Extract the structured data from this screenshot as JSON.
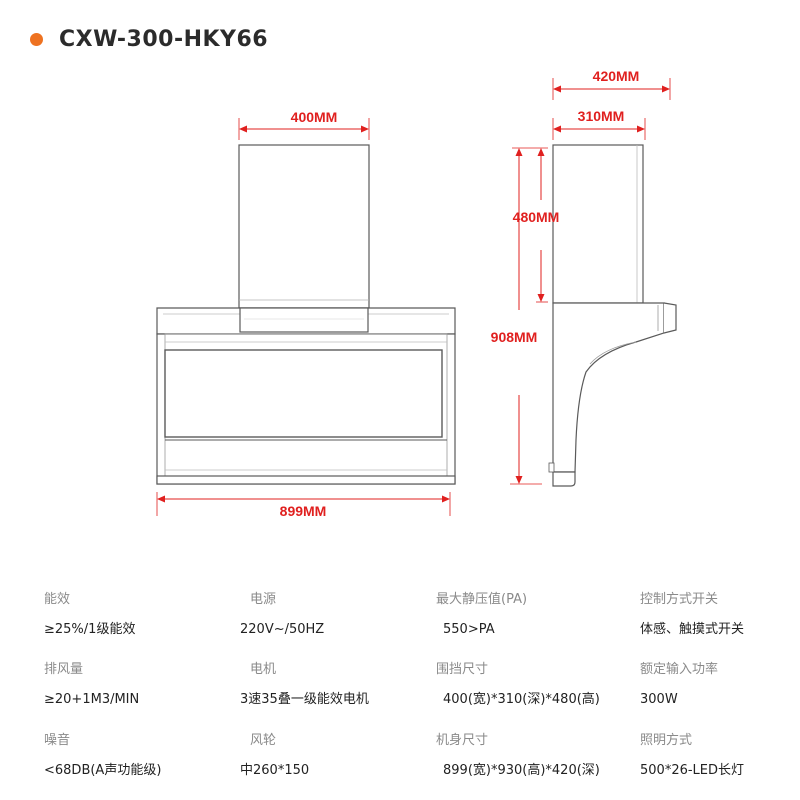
{
  "header": {
    "model": "CXW-300-HKY66",
    "dot_color": "#ee7221"
  },
  "dimensions": {
    "front_top_width": "400MM",
    "front_total_width": "899MM",
    "side_total_depth": "420MM",
    "side_top_depth": "310MM",
    "side_top_height": "480MM",
    "side_total_height": "908MM",
    "dim_color": "#e0201f"
  },
  "specs": [
    {
      "label": "能效",
      "value": "≥25%/1级能效"
    },
    {
      "label": "电源",
      "value": "220V~/50HZ"
    },
    {
      "label": "最大静压值(PA)",
      "value": "550>PA"
    },
    {
      "label": "控制方式开关",
      "value": "体感、触摸式开关"
    },
    {
      "label": "排风量",
      "value": "≥20+1M3/MIN"
    },
    {
      "label": "电机",
      "value": "3速35叠一级能效电机"
    },
    {
      "label": "围挡尺寸",
      "value": "400(宽)*310(深)*480(高)"
    },
    {
      "label": "额定输入功率",
      "value": "300W"
    },
    {
      "label": "噪音",
      "value": "<68DB(A声功能级)"
    },
    {
      "label": "风轮",
      "value": "中260*150"
    },
    {
      "label": "机身尺寸",
      "value": "899(宽)*930(高)*420(深)"
    },
    {
      "label": "照明方式",
      "value": "500*26-LED长灯"
    }
  ]
}
